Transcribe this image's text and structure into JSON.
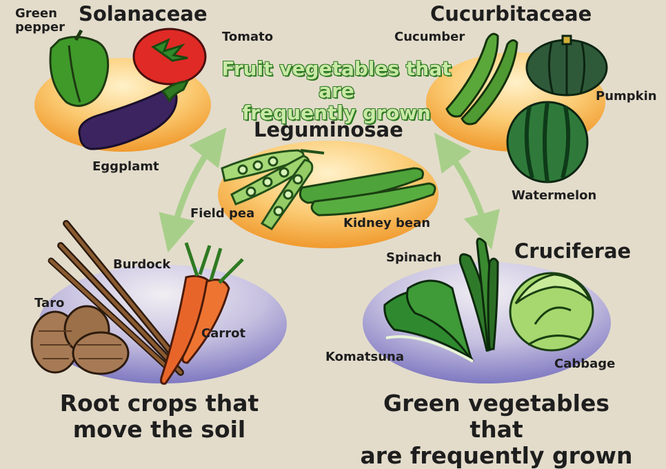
{
  "families": {
    "solanaceae": "Solanaceae",
    "cucurbitaceae": "Cucurbitaceae",
    "leguminosae": "Leguminosae",
    "cruciferae": "Cruciferae"
  },
  "vegetables": {
    "green_pepper": "Green\npepper",
    "tomato": "Tomato",
    "eggplant": "Eggplamt",
    "cucumber": "Cucumber",
    "pumpkin": "Pumpkin",
    "watermelon": "Watermelon",
    "field_pea": "Field pea",
    "kidney_bean": "Kidney bean",
    "burdock": "Burdock",
    "taro": "Taro",
    "carrot": "Carrot",
    "spinach": "Spinach",
    "komatsuna": "Komatsuna",
    "cabbage": "Cabbage"
  },
  "captions": {
    "fruit": "Fruit vegetables that are\nfrequently grown",
    "root": "Root crops that\nmove the soil",
    "green": "Green vegetables that\nare frequently grown"
  },
  "colors": {
    "background": "#e3dccb",
    "orange_blob": "#f3a13b",
    "purple_blob": "#7f79c2",
    "arrow": "#a8cf8a"
  }
}
